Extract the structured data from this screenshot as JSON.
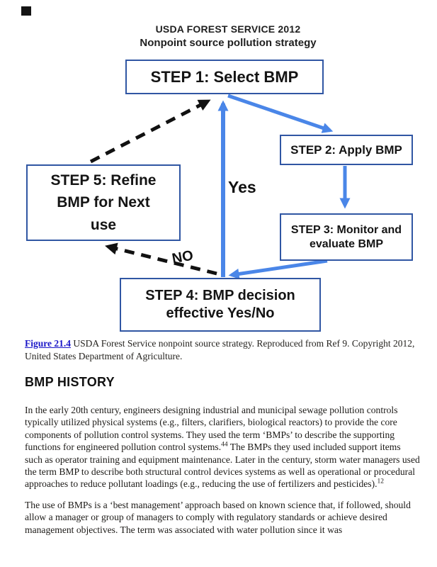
{
  "diagram": {
    "title_line1": "USDA FOREST SERVICE 2012",
    "title_line2": "Nonpoint source pollution strategy",
    "boxes": {
      "step1": {
        "label": "STEP 1: Select BMP"
      },
      "step2": {
        "label": "STEP 2: Apply BMP"
      },
      "step3": {
        "line1": "STEP 3: Monitor and",
        "line2": "evaluate BMP"
      },
      "step4": {
        "line1": "STEP 4: BMP decision",
        "line2": "effective Yes/No"
      },
      "step5": {
        "line1": "STEP 5: Refine",
        "line2": "BMP for Next",
        "line3": "use"
      }
    },
    "labels": {
      "yes": "Yes",
      "no": "NO"
    },
    "colors": {
      "arrow_blue": "#4a86e8",
      "box_border": "#3056a3",
      "dashed_black": "#111111"
    }
  },
  "caption": {
    "figure_label": "Figure 21.4",
    "text": " USDA Forest Service nonpoint source strategy. Reproduced from Ref 9. Copyright 2012, United States Department of Agriculture.",
    "link_color": "#1a16c8"
  },
  "section": {
    "heading": "BMP HISTORY"
  },
  "paragraphs": {
    "p1": {
      "part1": "In the early 20th century, engineers designing industrial and municipal sewage pollution controls typically utilized physical systems (e.g., filters, clarifiers, biological reactors) to provide the core components of pollution control systems. They used the term ‘BMPs’ to describe the supporting functions for engineered pollution control systems.",
      "sup1": "44",
      "part2": " The BMPs they used included support items such as operator training and equipment maintenance. Later in the century, storm water managers used the term BMP to describe both structural control devices systems as well as operational or procedural approaches to reduce pollutant loadings (e.g., reducing the use of fertilizers and pesticides).",
      "sup2": "12"
    },
    "p2": "The use of BMPs is a ‘best management’ approach based on known science that, if followed, should allow a manager or group of managers to comply with regulatory standards or achieve desired management objectives. The term was associated with water pollution since it was"
  }
}
